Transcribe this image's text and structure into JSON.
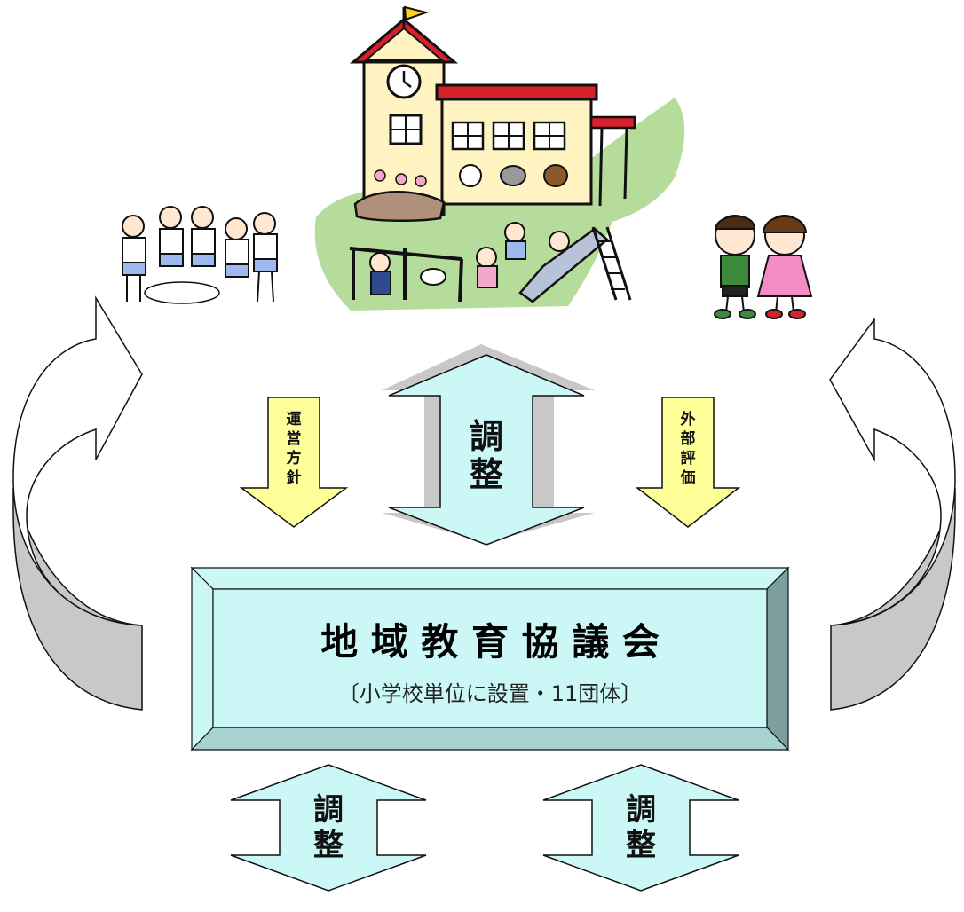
{
  "council": {
    "title": "地 域 教 育 協 議 会",
    "subtitle": "〔小学校単位に設置・11団体〕"
  },
  "arrows": {
    "center_top_label": [
      "調",
      "整"
    ],
    "policy_label": [
      "運",
      "営",
      "方",
      "針"
    ],
    "evaluation_label": [
      "外",
      "部",
      "評",
      "価"
    ],
    "bottom_left_label": [
      "調",
      "整"
    ],
    "bottom_right_label": [
      "調",
      "整"
    ]
  },
  "colors": {
    "light_blue": "#ccf7f7",
    "yellow": "#ffff99",
    "grey": "#c8c8c8",
    "green_hill": "#b6dc9c",
    "school_wall": "#fff3c2",
    "school_roof": "#d6202a",
    "bevel_dark": "#7d9f9f",
    "bevel_mid": "#a6d2d2"
  },
  "icons": [
    "school-illustration",
    "jump-rope-children-illustration",
    "two-children-illustration",
    "playground-illustration"
  ]
}
